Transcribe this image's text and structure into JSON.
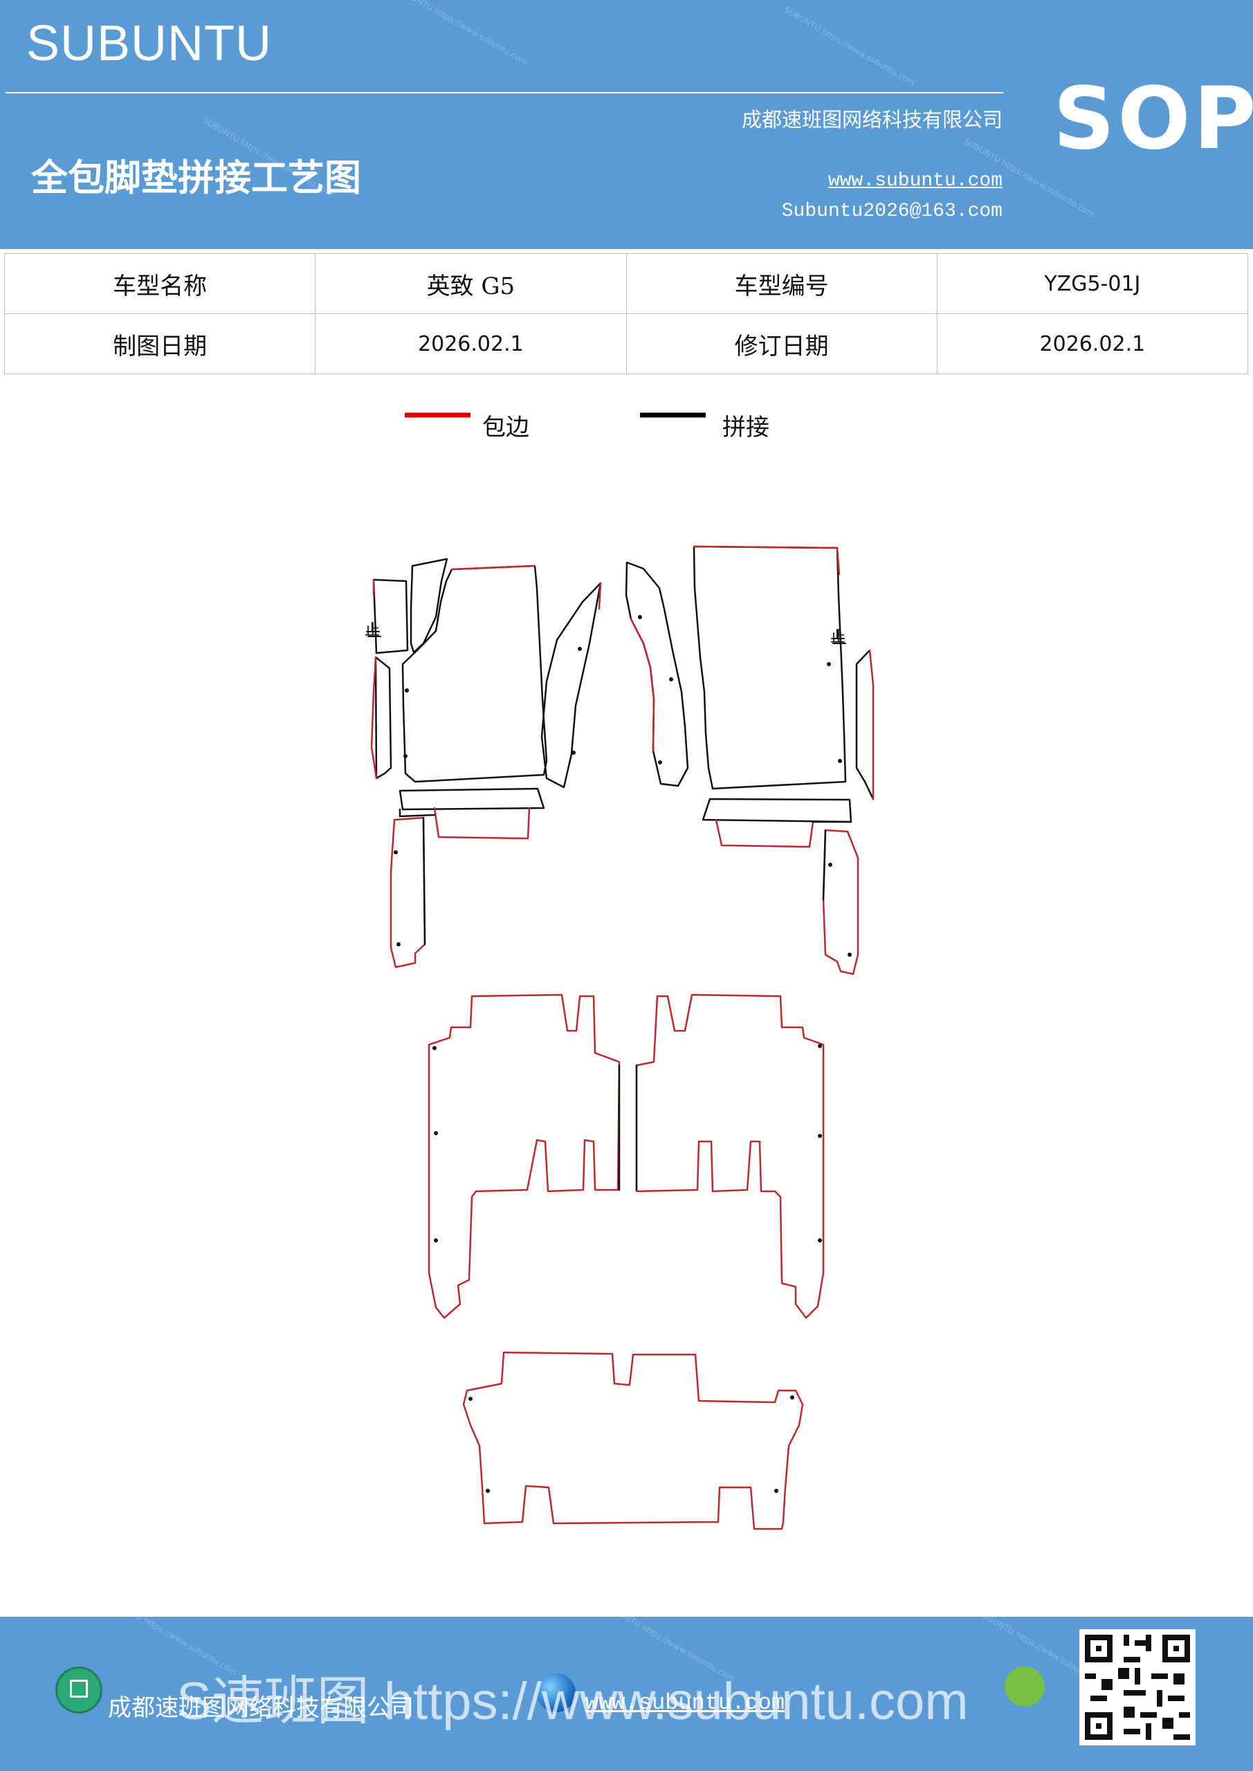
{
  "header": {
    "brand": "SUBUNTU",
    "company": "成都速班图网络科技有限公司",
    "website": "www.subuntu.com",
    "email": "Subuntu2026@163.com",
    "title": "全包脚垫拼接工艺图",
    "badge": "SOP",
    "watermark": "SUBUNTU https://www.subuntu.com"
  },
  "info": {
    "model_name_label": "车型名称",
    "model_name": "英致 G5",
    "model_code_label": "车型编号",
    "model_code": "YZG5-01J",
    "draw_date_label": "制图日期",
    "draw_date": "2026.02.1",
    "revise_date_label": "修订日期",
    "revise_date": "2026.02.1"
  },
  "legend": {
    "edge_label": "包边",
    "edge_color": "#e00000",
    "join_label": "拼接",
    "join_color": "#000000"
  },
  "diagram": {
    "mark_label": "止"
  },
  "footer": {
    "company": "成都速班图网络科技有限公司",
    "website": "www.subuntu.com",
    "overlay": "S速班图 https://www.subuntu.com"
  },
  "colors": {
    "banner": "#5b9bd5",
    "outline_red": "#c0282d",
    "outline_black": "#111111"
  }
}
